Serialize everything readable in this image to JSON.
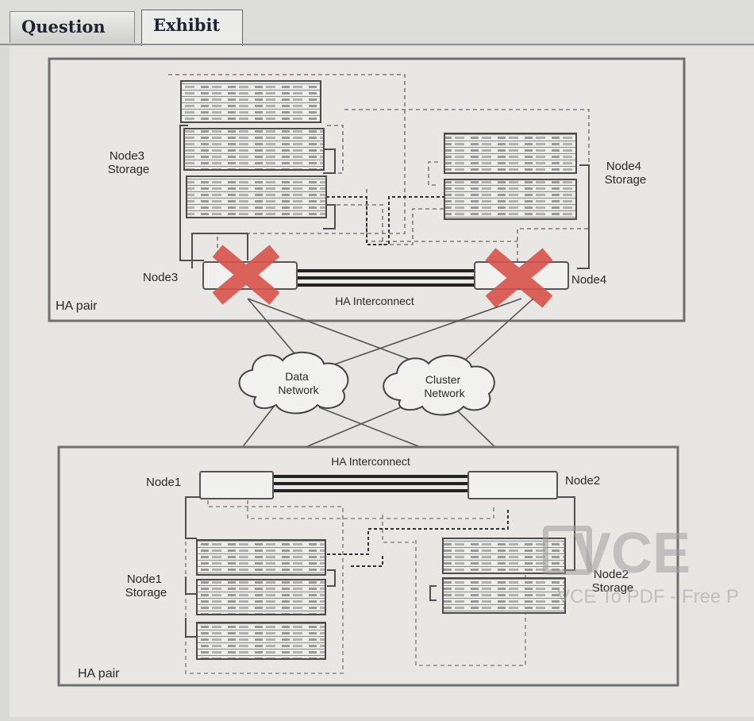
{
  "tabs": [
    {
      "label": "Question",
      "active": false
    },
    {
      "label": "Exhibit",
      "active": true
    }
  ],
  "diagram": {
    "top_pair": {
      "label": "HA pair",
      "interconnect_label": "HA Interconnect",
      "node_left": "Node3",
      "node_right": "Node4",
      "storage_left": [
        "Node3",
        "Storage"
      ],
      "storage_right": [
        "Node4",
        "Storage"
      ],
      "failed_nodes": [
        "Node3",
        "Node4"
      ]
    },
    "networks": [
      {
        "lines": [
          "Data",
          "Network"
        ]
      },
      {
        "lines": [
          "Cluster",
          "Network"
        ]
      }
    ],
    "bottom_pair": {
      "label": "HA pair",
      "interconnect_label": "HA Interconnect",
      "node_left": "Node1",
      "node_right": "Node2",
      "storage_left": [
        "Node1",
        "Storage"
      ],
      "storage_right": [
        "Node2",
        "Storage"
      ]
    },
    "failure_color": "#d9534a"
  },
  "watermark": {
    "logo": "VCE",
    "subtitle": "VCE To PDF - Free P"
  }
}
